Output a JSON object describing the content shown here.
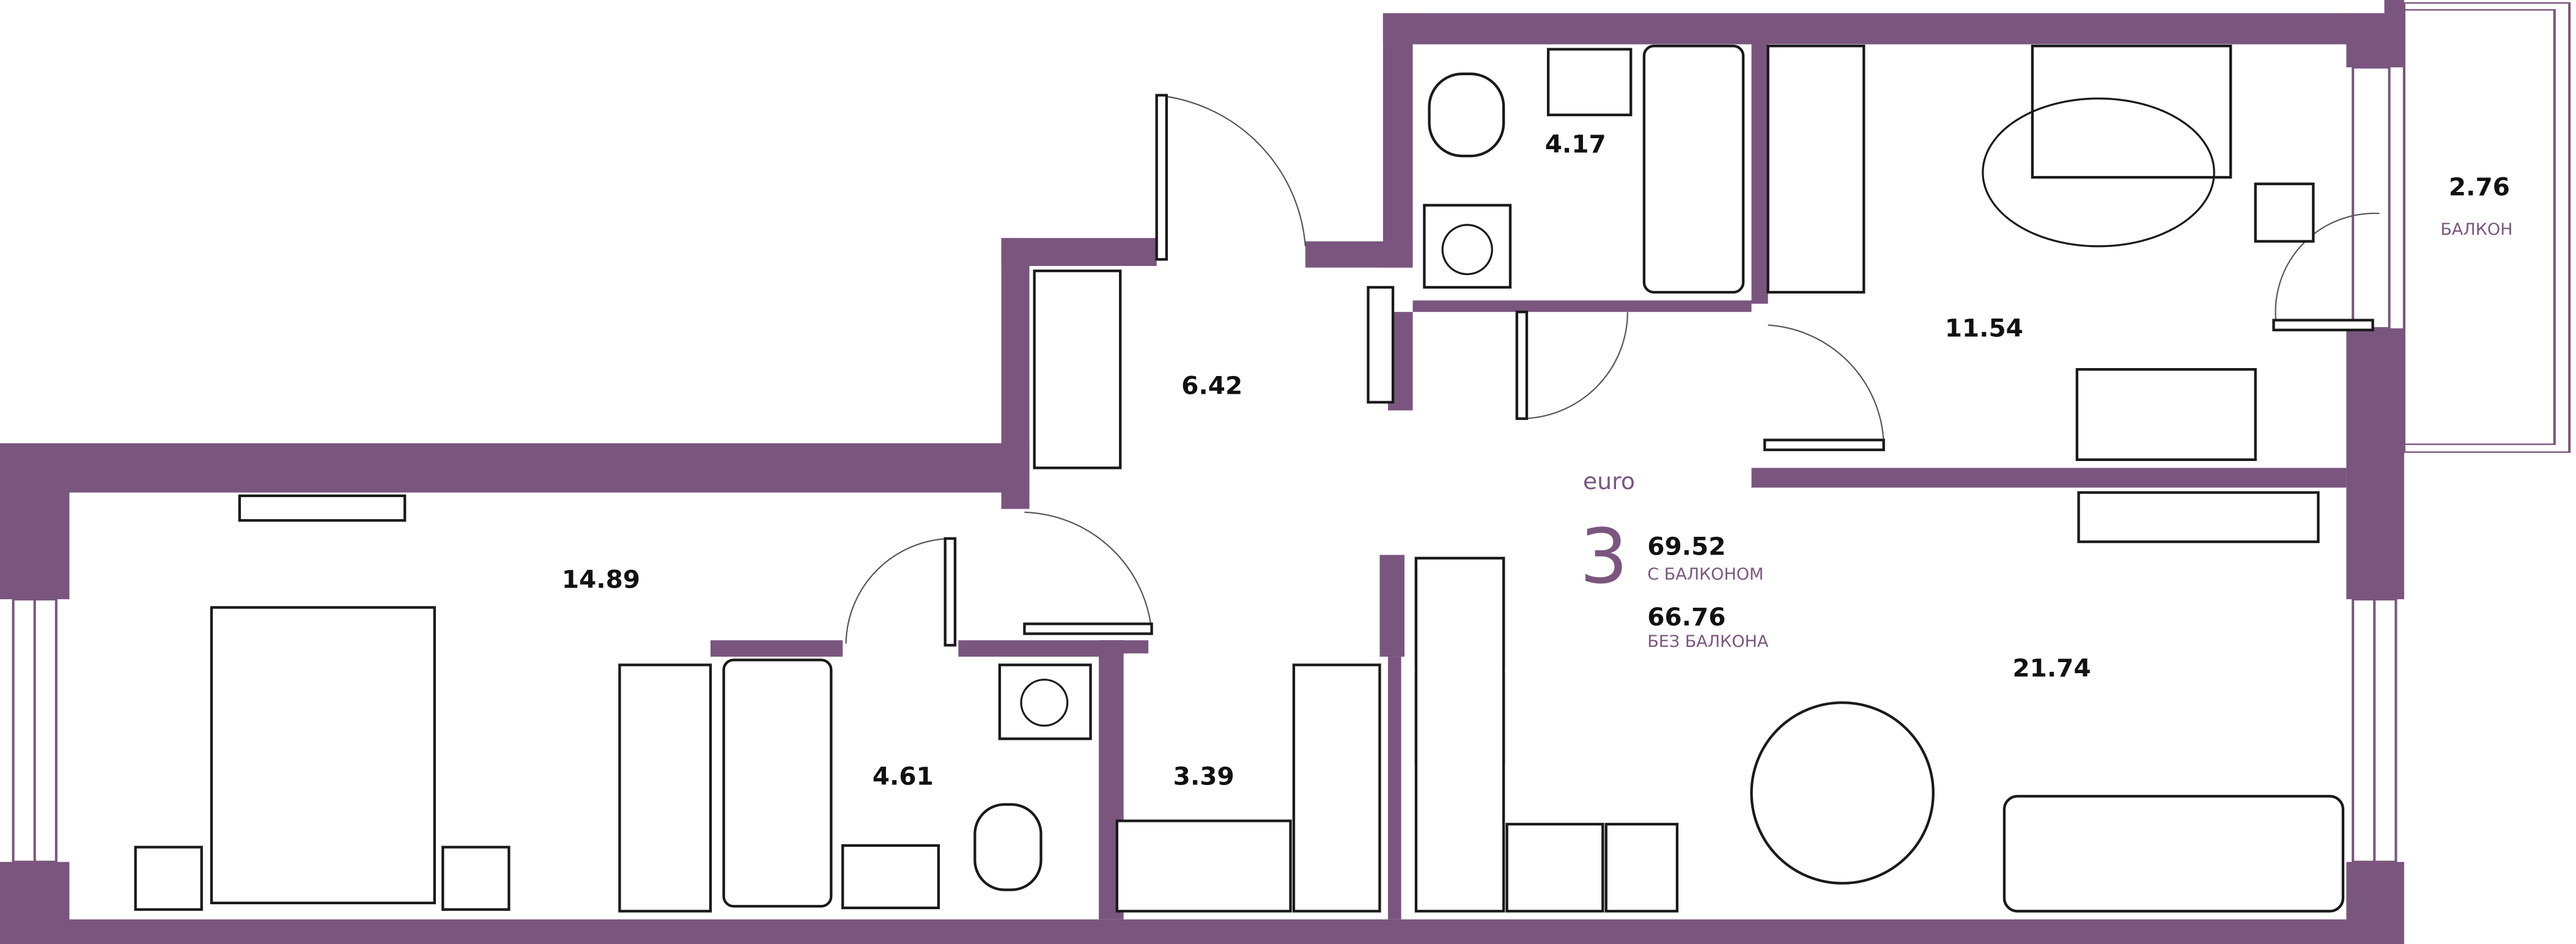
{
  "plan": {
    "type_label": "euro",
    "rooms_count": "3",
    "total_with_balcony": "69.52",
    "with_balcony_label": "С БАЛКОНОМ",
    "total_without_balcony": "66.76",
    "without_balcony_label": "БЕЗ БАЛКОНА"
  },
  "rooms": {
    "bathroom_top": "4.17",
    "hallway": "6.42",
    "bedroom_right": "11.54",
    "balcony": "2.76",
    "balcony_label": "БАЛКОН",
    "bedroom_left": "14.89",
    "bathroom_bottom": "4.61",
    "closet": "3.39",
    "living_kitchen": "21.74"
  },
  "colors": {
    "wall": "#7a567e"
  }
}
